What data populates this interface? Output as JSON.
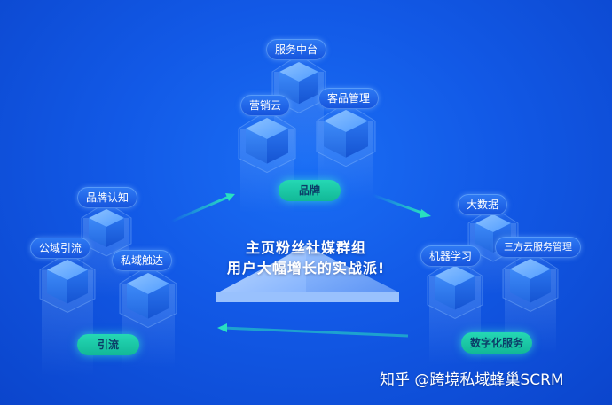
{
  "diagram": {
    "nodes": {
      "service_platform": "服务中台",
      "marketing_cloud": "营销云",
      "customer_mgmt": "客品管理",
      "brand_awareness": "品牌认知",
      "public_traffic": "公域引流",
      "private_reach": "私域触达",
      "big_data": "大数据",
      "machine_learning": "机器学习",
      "third_party_cloud": "三方云服务管理"
    },
    "groups": {
      "brand": "品牌",
      "traffic": "引流",
      "digital_services": "数字化服务"
    },
    "center": {
      "line1": "主页粉丝社媒群组",
      "line2": "用户大幅增长的实战派!"
    }
  },
  "watermark": "知乎 @跨境私域蜂巢SCRM",
  "colors": {
    "background": "#1259e6",
    "node_pill": "#1f66ea",
    "group_pill": "#1fcfaa",
    "arrow": "#28e0c0",
    "cube": "#3a8cff"
  }
}
